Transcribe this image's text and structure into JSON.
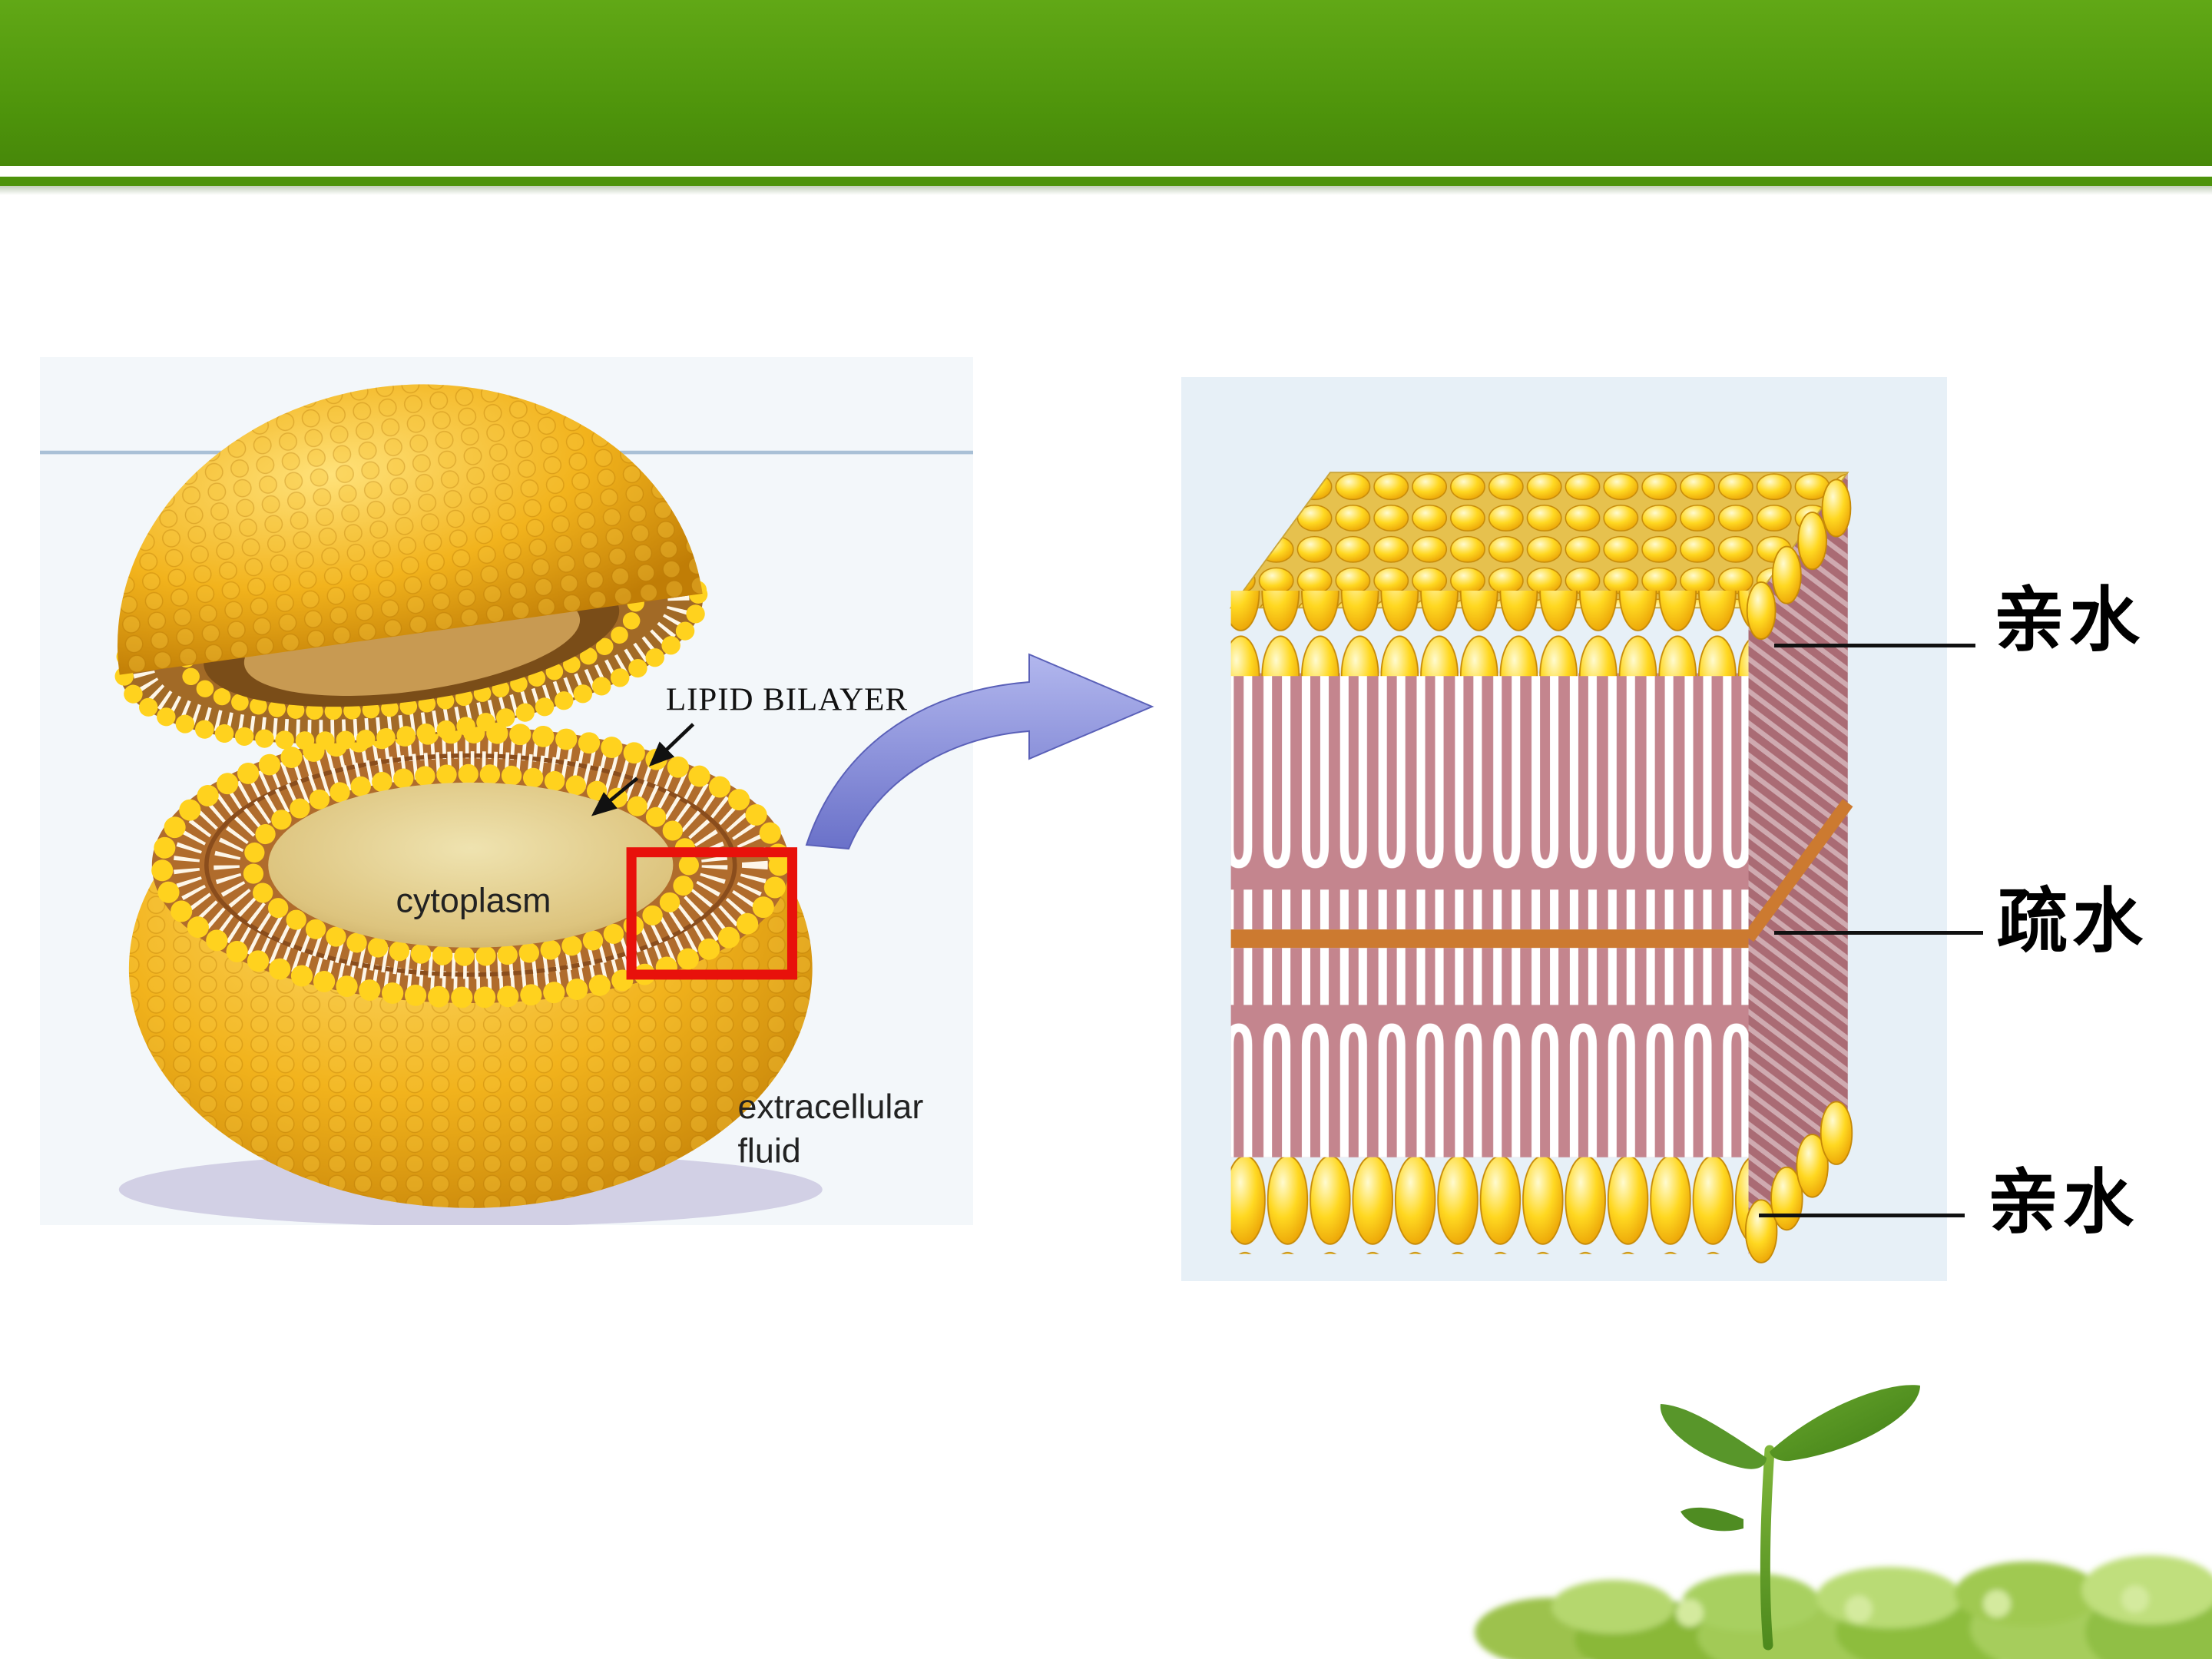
{
  "slide": {
    "header": {
      "color": "#4d930b"
    },
    "left_figure": {
      "lipid_bilayer_label": "LIPID BILAYER",
      "cytoplasm_label": "cytoplasm",
      "extracellular_label_line1": "extracellular",
      "extracellular_label_line2": "fluid",
      "highlight_color": "#e8110b"
    },
    "right_figure": {
      "labels": [
        {
          "text": "亲水"
        },
        {
          "text": "疏水"
        },
        {
          "text": "亲水"
        }
      ]
    },
    "arrow": {
      "color": "#7d83d6"
    }
  }
}
